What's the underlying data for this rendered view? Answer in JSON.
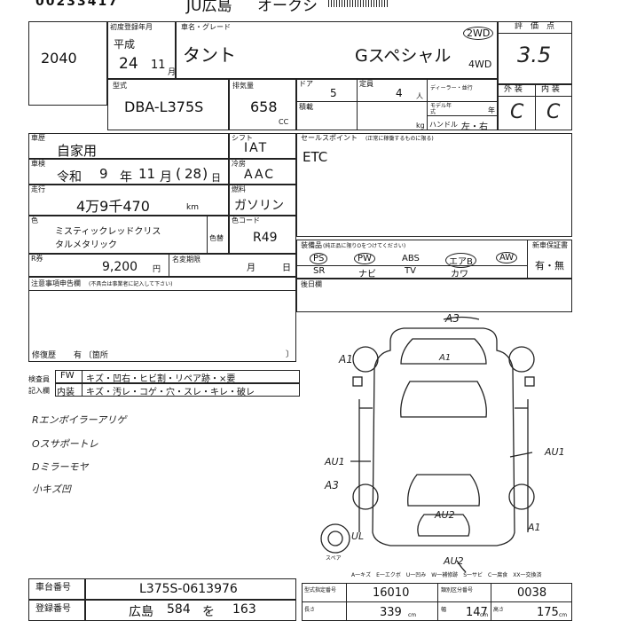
{
  "header_top": {
    "stock_number": "00233417",
    "venue": "JU広島",
    "auction_word": "オークシ"
  },
  "lot": {
    "number": "2040"
  },
  "first_reg": {
    "label": "初度登録年月",
    "era": "平成",
    "year": "24",
    "month": "11",
    "month_unit": "月"
  },
  "car": {
    "name_label": "車名・グレード",
    "name": "タント",
    "grade": "Gスペシャル",
    "drive_2wd": "2WD",
    "drive_4wd": "4WD"
  },
  "score": {
    "label": "評　価　点",
    "value": "3.5",
    "exterior_label": "外 装",
    "interior_label": "内 装",
    "exterior": "C",
    "interior": "C"
  },
  "model": {
    "label": "型式",
    "value": "DBA-L375S",
    "displacement_label": "排気量",
    "displacement": "658",
    "displacement_unit": "CC"
  },
  "specs": {
    "doors_label": "ドア",
    "doors": "5",
    "seats_label": "定員",
    "seats": "4",
    "seats_unit": "人",
    "dealer_label": "ディーラー・並行",
    "model_year_label": "モデル年式",
    "model_year_unit": "年",
    "load_label": "積載",
    "load_unit": "kg",
    "handle_label": "ハンドル",
    "handle": "左・右"
  },
  "usage": {
    "label": "車歴",
    "value": "自家用"
  },
  "shift": {
    "label": "シフト",
    "value": "IAT"
  },
  "inspection": {
    "label": "車検",
    "era": "令和",
    "year": "9",
    "year_unit": "年",
    "month": "11",
    "month_unit": "月",
    "day": "28",
    "day_unit": "日"
  },
  "cooler": {
    "label": "冷房",
    "value": "AAC"
  },
  "mileage": {
    "label": "走行",
    "value": "4万9千470",
    "unit": "km"
  },
  "fuel": {
    "label": "燃料",
    "value": "ガソリン"
  },
  "color": {
    "label": "色",
    "name_line1": "ミスティックレッドクリス",
    "name_line2": "タルメタリック",
    "change_label": "色替",
    "code_label": "色コード",
    "code": "R49"
  },
  "recycle": {
    "label": "R券",
    "value": "9,200",
    "unit": "円",
    "name_change_label": "名変期限",
    "month_unit": "月",
    "day_unit": "日"
  },
  "notes": {
    "label": "注意事項申告欄",
    "sub_label": "(不具合は事業者に記入して下さい)",
    "repair_label": "修復歴",
    "repair_value": "有 〔箇所",
    "bracket": "〕"
  },
  "sales_point": {
    "label": "セールスポイント",
    "sub_label": "(正常に稼働するものに限る)",
    "value": "ETC"
  },
  "equipment": {
    "label": "装備品",
    "sub_label": "(純正品に限りOをつけてください)",
    "items_row1": [
      "PS",
      "PW",
      "ABS",
      "エアB",
      "AW"
    ],
    "items_row2": [
      "SR",
      "ナビ",
      "TV",
      "カワ"
    ],
    "warranty_label": "新車保証書",
    "warranty_value": "有・無"
  },
  "after_mark": {
    "label": "後日欄"
  },
  "inspector": {
    "label1": "検査員",
    "label2": "記入欄",
    "row1_tag": "FW",
    "row1_text": "キズ・凹右・ヒビ割・リペア跡・×要",
    "row2_tag": "内装",
    "row2_text": "キズ・汚レ・コゲ・穴・スレ・キレ・破レ"
  },
  "handwritten_notes": [
    "Rエンボイラーアリゲ",
    "Oスサポートレ",
    "Dミラーモヤ",
    "小キズ凹"
  ],
  "diagram_marks": [
    "A3",
    "A1",
    "A1",
    "AU1",
    "AU1",
    "A3",
    "AU2",
    "UL",
    "A1",
    "AU2"
  ],
  "diagram_labels": {
    "spare": "スペア"
  },
  "legend": "A一キズ　E一エクボ　U一凹み　W一補修跡　S一サビ　C一腐食　XX一交換済",
  "bottom": {
    "chassis_label": "車台番号",
    "chassis": "L375S-0613976",
    "plate_label": "登録番号",
    "plate_region": "広島",
    "plate_class": "584",
    "plate_kana": "を",
    "plate_number": "163",
    "type_cert_label": "型式指定番号",
    "type_cert": "16010",
    "class_label": "類別区分番号",
    "class_no": "0038",
    "length_label": "長さ",
    "length": "339",
    "width_label": "幅",
    "width": "147",
    "height_label": "高さ",
    "height": "175",
    "dim_unit": "cm"
  }
}
